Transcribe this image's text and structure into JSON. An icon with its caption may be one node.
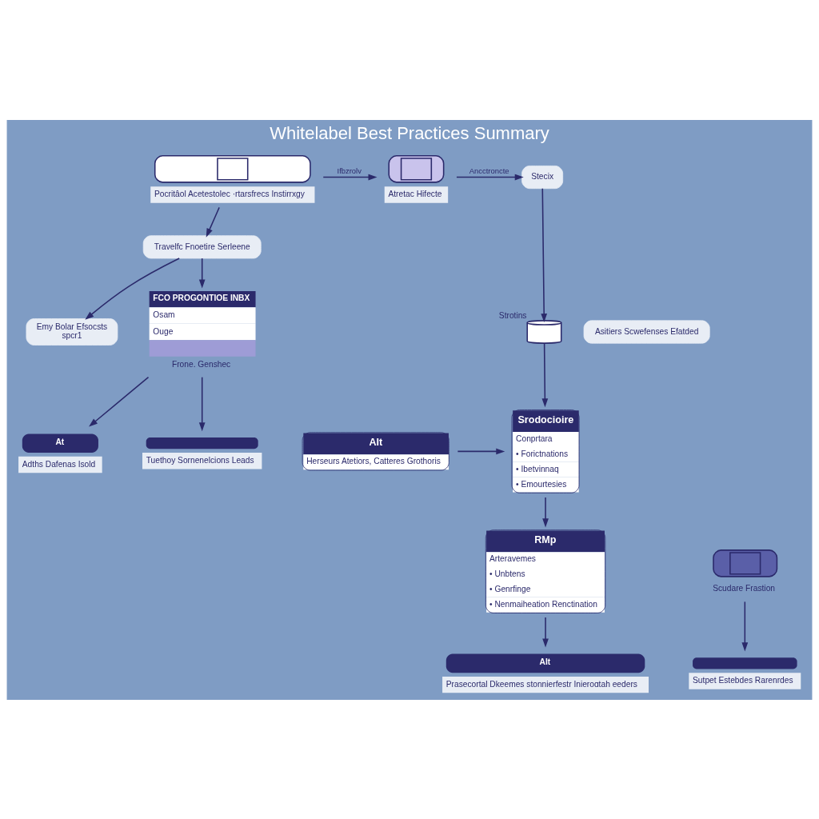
{
  "diagram": {
    "title": "Whitelabel Best Practices Summary",
    "nodes": [
      {
        "text": [
          "Pocritâol Acetestolec ·rtarsfrecs Instirrxgy"
        ]
      },
      {
        "text": [
          "Atretac Hifecte"
        ]
      },
      {
        "text": [
          "Emy Bolar Efsocsts",
          "spcr1"
        ]
      },
      {
        "text": [
          "Stecix"
        ]
      },
      {
        "text": [
          "Strotins"
        ]
      },
      {
        "text": [
          "Travelfc Fnoetire Serleene"
        ]
      },
      {
        "text": [
          "FCO PROGONTIOE INBX",
          "Osam",
          "Ouge"
        ],
        "beside": [
          "Frone. Genshec"
        ]
      },
      {
        "text": [
          "Asitiers Scwefenses Efatded"
        ]
      },
      {
        "text": [
          "AIt",
          "Herseurs Atetiors, Catteres Grothoris"
        ]
      },
      {
        "text": [
          "Srodocioire",
          "Conprtara",
          "• Forictnations",
          "• Ibetvinnaq",
          "• Emourtesies"
        ]
      },
      {
        "text": [
          "RMp",
          "Arteravemes",
          "• Unbtens",
          "• Genrfinge",
          "• Nenmaiheation Renctination"
        ]
      },
      {
        "text": [
          "Scudare Frastion"
        ]
      },
      {
        "text": [
          "At",
          "Adths Dafenas Isold"
        ]
      },
      {
        "text": [
          "Tuethoy Sornenelcions Leads"
        ]
      },
      {
        "text": [
          "Sutpet Estebdes Rarenrdes"
        ]
      },
      {
        "text": [
          "AIt",
          "Prasecortal Dkeemes stonnierfestr Inieroɑtah eeders"
        ]
      }
    ],
    "edges": [
      {
        "from": 0,
        "to": 1,
        "arrow": "to",
        "label": "Ifbzrolv"
      },
      {
        "from": 1,
        "to": 3,
        "arrow": "to",
        "label": "Ancctroncte"
      },
      {
        "from": 3,
        "to": 4,
        "arrow": "to"
      },
      {
        "from": 0,
        "to": 5,
        "arrow": "to"
      },
      {
        "from": 5,
        "to": 6,
        "arrow": "to"
      },
      {
        "from": 5,
        "to": 2,
        "arrow": "to"
      },
      {
        "from": 4,
        "to": 9,
        "arrow": "to"
      },
      {
        "from": 8,
        "to": 9,
        "arrow": "to"
      },
      {
        "from": 9,
        "to": 10,
        "arrow": "to"
      },
      {
        "from": 6,
        "to": 12,
        "arrow": "to"
      },
      {
        "from": 6,
        "to": 13,
        "arrow": "to"
      },
      {
        "from": 11,
        "to": 14,
        "arrow": "to"
      },
      {
        "from": 10,
        "to": 15,
        "arrow": "to"
      }
    ]
  }
}
